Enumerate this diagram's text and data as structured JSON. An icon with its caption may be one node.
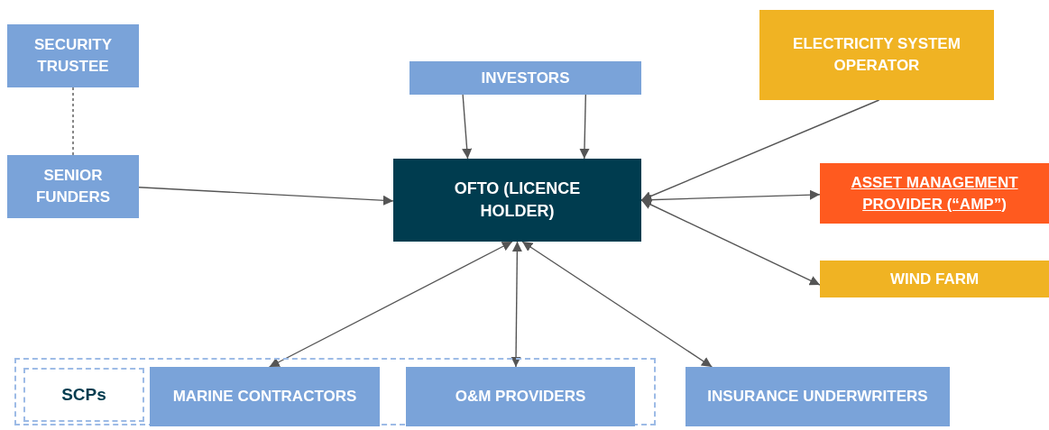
{
  "diagram": {
    "nodes": [
      {
        "text": [
          "SECURITY TRUSTEE"
        ]
      },
      {
        "text": [
          "SENIOR FUNDERS"
        ]
      },
      {
        "text": [
          "INVESTORS"
        ]
      },
      {
        "text": [
          "OFTO (LICENCE HOLDER)"
        ]
      },
      {
        "text": [
          "ELECTRICITY SYSTEM OPERATOR"
        ]
      },
      {
        "text": [
          "ASSET MANAGEMENT PROVIDER (“AMP”)"
        ]
      },
      {
        "text": [
          "WIND FARM"
        ]
      },
      {
        "text": [],
        "shape": "box"
      },
      {
        "text": [
          "SCPs"
        ],
        "in": 7
      },
      {
        "text": [
          "MARINE CONTRACTORS"
        ],
        "in": 7
      },
      {
        "text": [
          "O&M PROVIDERS"
        ],
        "in": 7
      },
      {
        "text": [
          "INSURANCE UNDERWRITERS"
        ]
      }
    ],
    "edges": [
      {
        "from": 0,
        "to": 1,
        "arrow": "none",
        "style": "dashed"
      },
      {
        "from": 1,
        "to": 3,
        "arrow": "to"
      },
      {
        "from": 2,
        "to": 3,
        "arrow": "to"
      },
      {
        "from": 2,
        "to": 3,
        "arrow": "to"
      },
      {
        "from": 4,
        "to": 3,
        "arrow": "to"
      },
      {
        "from": 3,
        "to": 5,
        "arrow": "both"
      },
      {
        "from": 3,
        "to": 6,
        "arrow": "both"
      },
      {
        "from": 3,
        "to": 9,
        "arrow": "both"
      },
      {
        "from": 3,
        "to": 10,
        "arrow": "both"
      },
      {
        "from": 3,
        "to": 11,
        "arrow": "both"
      }
    ]
  }
}
